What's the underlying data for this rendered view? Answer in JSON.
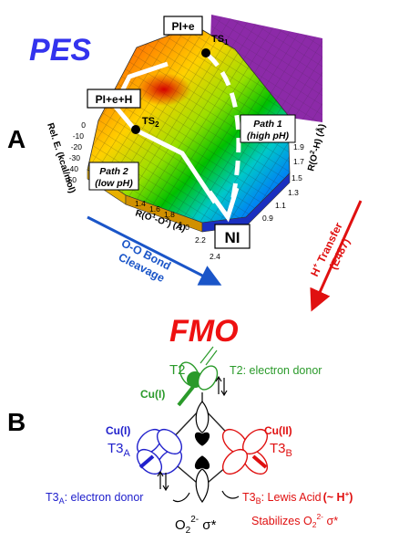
{
  "panel_a": {
    "letter": "A",
    "title": "PES",
    "title_color": "#3333ee",
    "states": {
      "pi_e": "PI+e",
      "pi_e_h": "PI+e+H",
      "ni": "NI"
    },
    "ts1": {
      "main": "TS",
      "sub": "1"
    },
    "ts2": {
      "main": "TS",
      "sub": "2"
    },
    "path1": {
      "line1": "Path 1",
      "line2": "(high pH)"
    },
    "path2": {
      "line1": "Path 2",
      "line2": "(low pH)"
    },
    "z_axis": "Rel. E. (kcal/mol)",
    "z_ticks": [
      "0",
      "-10",
      "-20",
      "-30",
      "-40",
      "-50"
    ],
    "r_o1o2": {
      "pre": "R(O",
      "sup1": "1",
      "mid": "-O",
      "sup2": "2",
      "post": ") (Å)"
    },
    "r_o1o2_ticks": [
      "1.4",
      "1.6",
      "1.8",
      "2.0",
      "2.2",
      "2.4"
    ],
    "r_o2h": {
      "pre": "R(O",
      "sup": "2",
      "post": "-H) (Å)"
    },
    "r_o2h_ticks": [
      "1.9",
      "1.7",
      "1.5",
      "1.3",
      "1.1",
      "0.9"
    ],
    "oo_cleavage": {
      "line1": "O-O Bond",
      "line2": "Cleavage"
    },
    "oo_color": "#1a55c8",
    "h_transfer": {
      "pre": "H",
      "sup": "+",
      "post": " Transfer",
      "line2": "(E487)"
    },
    "h_color": "#e01010"
  },
  "panel_b": {
    "letter": "B",
    "title": "FMO",
    "title_color": "#ee1111",
    "t2": {
      "label": "T2",
      "cu": "Cu(I)",
      "desc": "T2: electron donor",
      "color": "#2a9a2a"
    },
    "t3a": {
      "cu": "Cu(I)",
      "main": "T3",
      "sub": "A",
      "desc_main": "T3",
      "desc_sub": "A",
      "desc_rest": ": electron donor",
      "color": "#2020cc"
    },
    "t3b": {
      "cu": "Cu(II)",
      "main": "T3",
      "sub": "B",
      "desc_main": "T3",
      "desc_sub": "B",
      "desc_rest": ": Lewis Acid",
      "lewis_extra": "(~ H",
      "lewis_sup": "+",
      "lewis_close": ")",
      "stab_pre": "Stabilizes O",
      "stab_sub": "2",
      "stab_sup": "2-",
      "stab_post": " σ*",
      "color": "#e01010"
    },
    "o2": {
      "pre": "O",
      "sub": "2",
      "sup": "2-",
      "post": " σ*"
    }
  }
}
